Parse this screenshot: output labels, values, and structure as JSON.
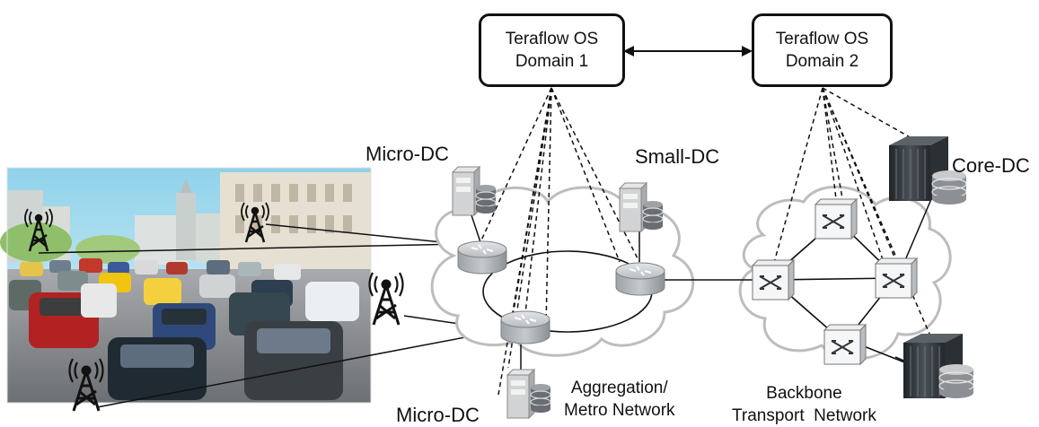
{
  "orchestrators": [
    {
      "line1": "Teraflow OS",
      "line2": "Domain 1"
    },
    {
      "line1": "Teraflow OS",
      "line2": "Domain 2"
    }
  ],
  "datacenters": {
    "micro_dc_top": "Micro-DC",
    "small_dc": "Small-DC",
    "core_dc": "Core-DC",
    "micro_dc_bottom": "Micro-DC"
  },
  "networks": {
    "aggregation": {
      "line1": "Aggregation/",
      "line2": "Metro Network"
    },
    "backbone": {
      "line1": "Backbone",
      "line2": "Transport  Network"
    }
  },
  "colors": {
    "box_border": "#111111",
    "cloud_outline": "#bdbdbd",
    "router": "#b0b4b8",
    "server": "#c7c9cb",
    "rack": "#2e3338"
  },
  "icons": [
    "street-scene",
    "antenna-tower-icon",
    "router-icon",
    "optical-switch-icon",
    "server-icon",
    "rack-server-icon",
    "cloud-icon"
  ]
}
